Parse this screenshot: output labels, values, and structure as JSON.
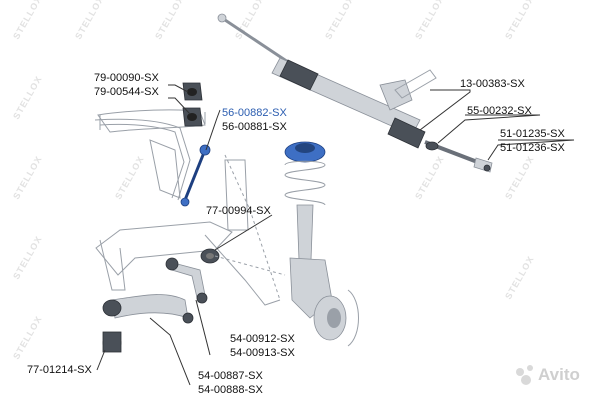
{
  "diagram": {
    "watermark": {
      "brand": "STELLOX",
      "site": "Avito"
    },
    "labels": [
      {
        "id": "l1",
        "lines": [
          "79-00090-SX",
          "79-00544-SX"
        ],
        "highlight": false
      },
      {
        "id": "l2",
        "lines": [
          "56-00882-SX",
          "56-00881-SX"
        ],
        "highlight": true
      },
      {
        "id": "l3",
        "lines": [
          "13-00383-SX"
        ],
        "highlight": false
      },
      {
        "id": "l4",
        "lines": [
          "55-00232-SX"
        ],
        "highlight": false
      },
      {
        "id": "l5",
        "lines": [
          "51-01235-SX",
          "51-01236-SX"
        ],
        "highlight": false
      },
      {
        "id": "l6",
        "lines": [
          "77-00994-SX"
        ],
        "highlight": false
      },
      {
        "id": "l7",
        "lines": [
          "54-00912-SX",
          "54-00913-SX"
        ],
        "highlight": false
      },
      {
        "id": "l8",
        "lines": [
          "77-01214-SX"
        ],
        "highlight": false
      },
      {
        "id": "l9",
        "lines": [
          "54-00887-SX",
          "54-00888-SX"
        ],
        "highlight": false
      }
    ],
    "colors": {
      "highlight_part": "#3e6fc4",
      "highlight_label": "#2b5db0",
      "part_gray": "#cfd3d8"
    }
  }
}
